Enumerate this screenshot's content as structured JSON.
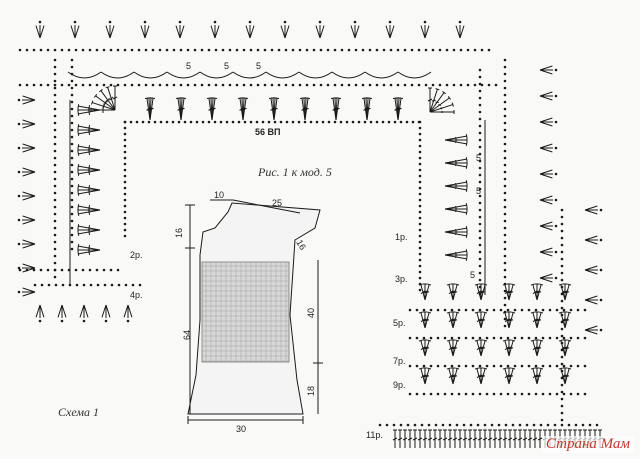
{
  "caption": "Рис. 1 к мод. 5",
  "scheme_label": "Схема 1",
  "chain_label": "56 ВП",
  "stitch_count_marks": [
    "5",
    "5",
    "5",
    "5",
    "5",
    "5"
  ],
  "row_labels_left": [
    "2р.",
    "4р."
  ],
  "row_labels_right": [
    "1р.",
    "3р.",
    "5р.",
    "7р.",
    "9р.",
    "11р."
  ],
  "dimensions": {
    "top_left": "10",
    "shoulder": "25",
    "armhole": "16",
    "neck": "16",
    "length": "64",
    "body": "40",
    "hem": "18",
    "width": "30"
  },
  "watermark": "Страна Мам",
  "colors": {
    "ink": "#1a1a1a",
    "fabric": "#d8d8d8",
    "watermark": "#c0392b"
  }
}
